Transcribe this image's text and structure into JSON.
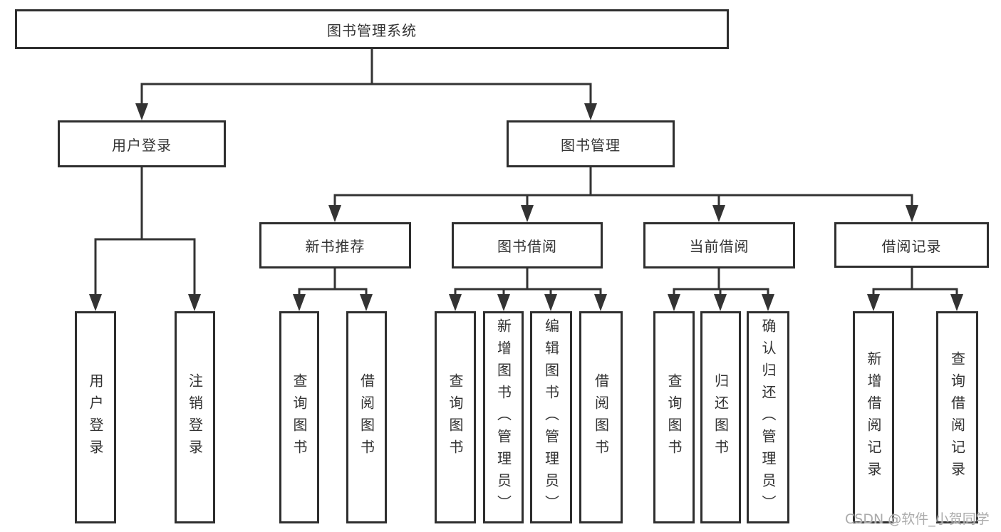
{
  "tree": {
    "label": "图书管理系统",
    "children": [
      {
        "label": "用户登录",
        "children": [
          {
            "label": "用户登录"
          },
          {
            "label": "注销登录"
          }
        ]
      },
      {
        "label": "图书管理",
        "children": [
          {
            "label": "新书推荐",
            "children": [
              {
                "label": "查询图书"
              },
              {
                "label": "借阅图书"
              }
            ]
          },
          {
            "label": "图书借阅",
            "children": [
              {
                "label": "查询图书"
              },
              {
                "label": "新增图书（管理员）"
              },
              {
                "label": "编辑图书（管理员）"
              },
              {
                "label": "借阅图书"
              }
            ]
          },
          {
            "label": "当前借阅",
            "children": [
              {
                "label": "查询图书"
              },
              {
                "label": "归还图书"
              },
              {
                "label": "确认归还（管理员）"
              }
            ]
          },
          {
            "label": "借阅记录",
            "children": [
              {
                "label": "新增借阅记录"
              },
              {
                "label": "查询借阅记录"
              }
            ]
          }
        ]
      }
    ]
  },
  "watermark": {
    "text": "CSDN @软件_小贺同学"
  },
  "colors": {
    "line": "#333333",
    "box_border": "#2e2e2e",
    "text": "#333333",
    "watermark": "#ababab",
    "background": "#ffffff"
  }
}
